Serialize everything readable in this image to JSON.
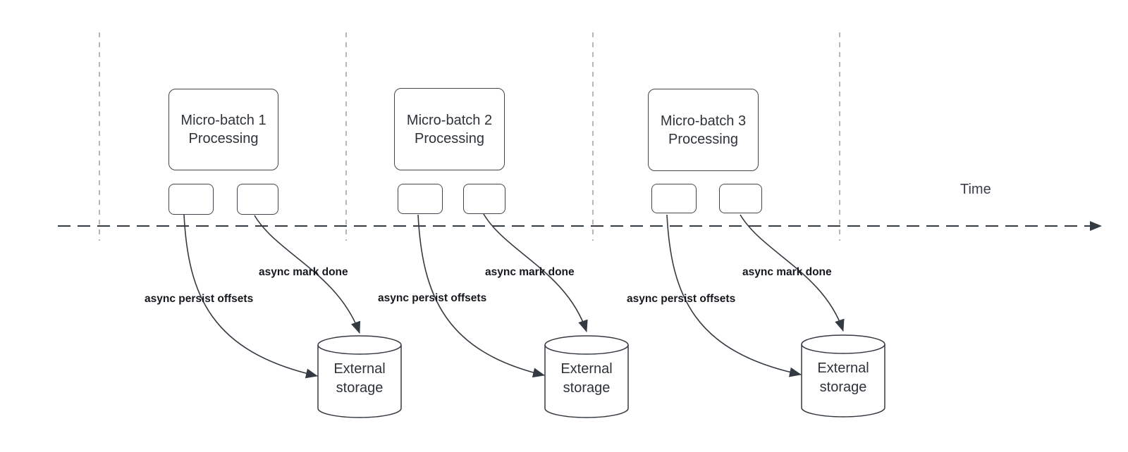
{
  "diagram": {
    "time_axis_label": "Time",
    "groups": [
      {
        "title_line1": "Micro-batch 1",
        "title_line2": "Processing",
        "persist_label": "async persist offsets",
        "mark_done_label": "async mark done",
        "storage_label": "External storage"
      },
      {
        "title_line1": "Micro-batch 2",
        "title_line2": "Processing",
        "persist_label": "async persist offsets",
        "mark_done_label": "async mark done",
        "storage_label": "External storage"
      },
      {
        "title_line1": "Micro-batch 3",
        "title_line2": "Processing",
        "persist_label": "async persist offsets",
        "mark_done_label": "async mark done",
        "storage_label": "External storage"
      }
    ],
    "colors": {
      "stroke": "#343a42",
      "guide": "#9aa0a6",
      "label_text": "#15181c",
      "box_text": "#2e333a",
      "background": "#ffffff"
    }
  }
}
